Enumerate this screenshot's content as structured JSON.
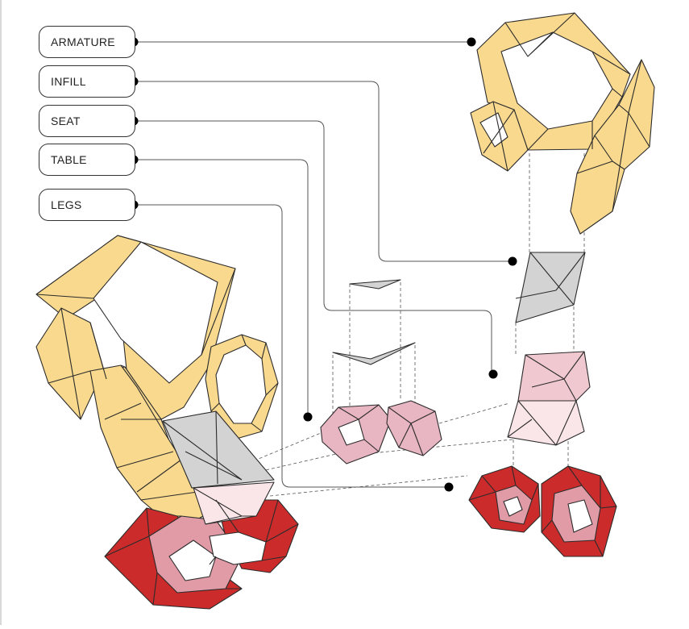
{
  "legend": {
    "items": [
      {
        "label": "ARMATURE"
      },
      {
        "label": "INFILL"
      },
      {
        "label": "SEAT"
      },
      {
        "label": "TABLE"
      },
      {
        "label": "LEGS"
      }
    ]
  },
  "colors": {
    "armature": "#f8d98e",
    "infill": "#d3d3d3",
    "seat": "#f0c8d0",
    "seat_light": "#fae6e8",
    "table": "#e8b5c2",
    "legs": "#cc2b2b",
    "legs_inner": "#e19ba7",
    "stroke": "#2b2b2b",
    "leader": "#555555"
  }
}
